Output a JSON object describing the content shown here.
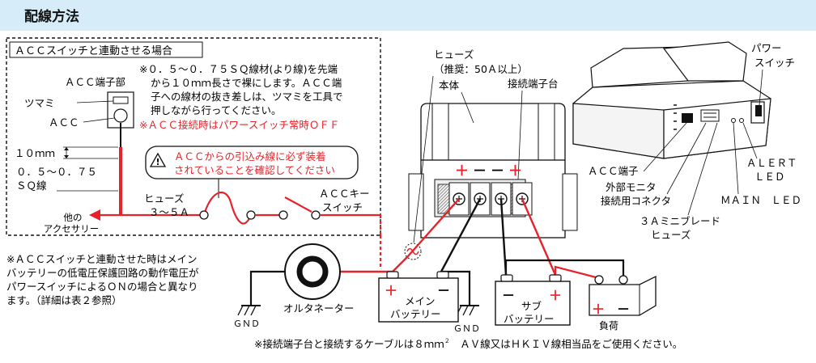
{
  "section": {
    "title": "配線方法"
  },
  "acc_box": {
    "title": "ＡＣＣスイッチと連動させる場合",
    "note_lines": [
      "※０．５～０．７５ＳＱ線材(より線)を先端",
      "から１０ｍｍ長さで裸にします。ＡＣＣ端",
      "子への線材の抜き差しは、ツマミを工具で",
      "押しながら行ってください。"
    ],
    "note_red": "※ＡＣＣ接続時はパワースイッチ常時ＯＦＦ",
    "acc_terminal_label": "ＡＣＣ端子部",
    "knob_label": "ツマミ",
    "acc_label": "ＡＣＣ",
    "length_label": "１０ｍｍ",
    "wire_size_lines": [
      "０．５～０．７５",
      "ＳＱ線"
    ],
    "warning_lines": [
      "ＡＣＣからの引込み線に必ず装着",
      "されていることを確認してください"
    ],
    "warning_icon": "!",
    "fuse_lines": [
      "ヒューズ",
      "３～５Ａ"
    ],
    "acc_key_lines": [
      "ＡＣＣキー",
      "スイッチ"
    ],
    "accessory_lines": [
      "他の",
      "アクセサリー"
    ]
  },
  "left_note": [
    "※ＡＣＣスイッチと連動させた時はメイン",
    "バッテリーの低電圧保護回路の動作電圧が",
    "パワースイッチによるＯＮの場合と異なり",
    "ます。（詳細は表２参照）"
  ],
  "main_fuse": {
    "label": "ヒューズ",
    "note": "（推奨：50Ａ以上）"
  },
  "terminal_block_label": "接続端子台",
  "body_label": "本体",
  "polarity": {
    "plus": "＋",
    "minus": "－"
  },
  "alternator_label": "オルタネーター",
  "main_battery_lines": [
    "メイン",
    "バッテリー"
  ],
  "sub_battery_lines": [
    "サブ",
    "バッテリー"
  ],
  "gnd_label": "ＧＮＤ",
  "load_label": "負荷",
  "device_callouts": {
    "power_switch_lines": [
      "パワー",
      "スイッチ"
    ],
    "acc_terminal": "ＡＣＣ端子",
    "ext_monitor_lines": [
      "外部モニタ",
      "接続用コネクタ"
    ],
    "mini_blade_fuse_lines": [
      "３Ａミニブレード",
      "ヒューズ"
    ],
    "alert_led_lines": [
      "ＡＬＥＲＴ",
      "ＬＥＤ"
    ],
    "main_led": "ＭＡＩＮ　ＬＥＤ"
  },
  "footer_note": "※接続端子台と接続するケーブルは８ｍｍ",
  "footer_sup": "２",
  "footer_note_rest": "　ＡＶ線又はＨＫＩＶ線相当品をご使用ください。",
  "colors": {
    "header_bg": "#d6ecf9",
    "wire_red": "#e8222a",
    "wire_black": "#111111",
    "text_red": "#e8222a"
  }
}
